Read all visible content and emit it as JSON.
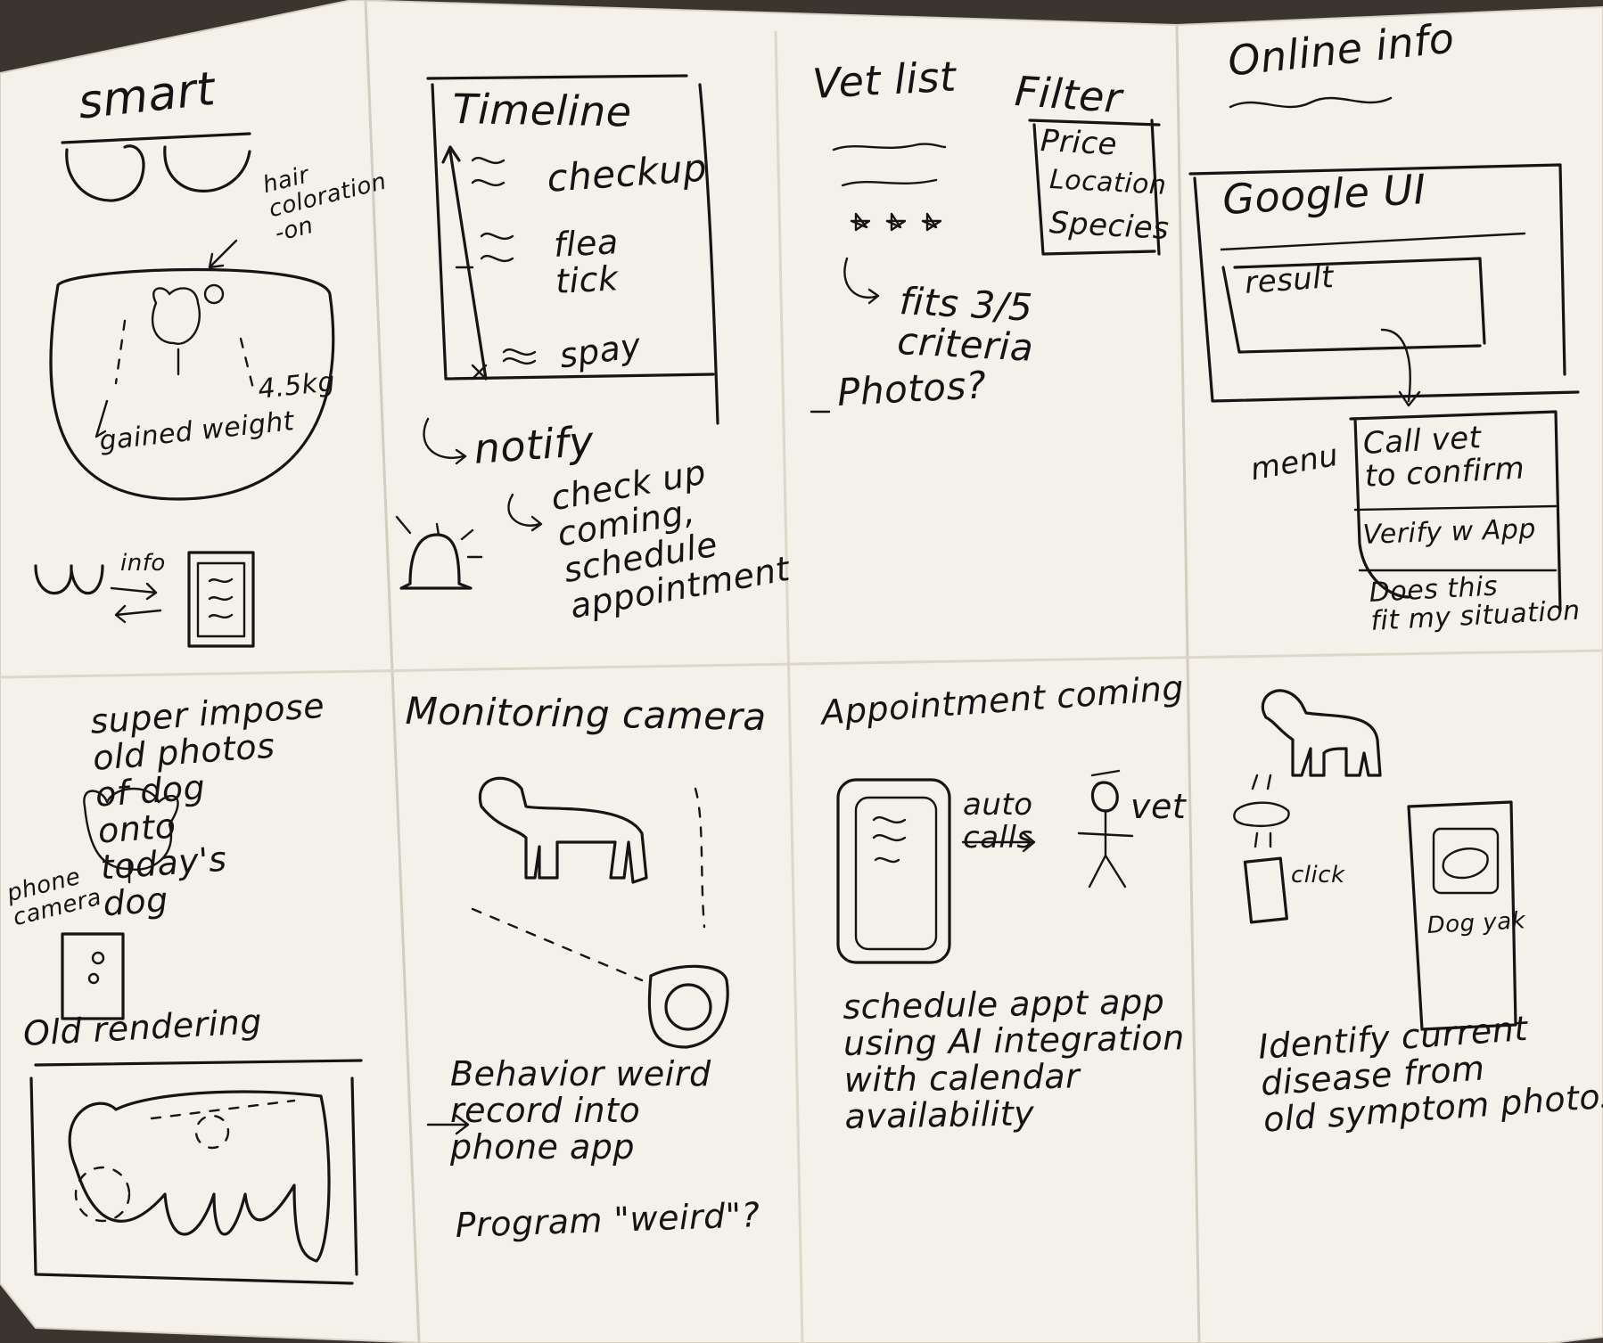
{
  "colors": {
    "paper": "#f4f1ea",
    "paper_shadow": "#e4dfd4",
    "ink": "#151515",
    "table": "#3a352f"
  },
  "panels": {
    "smart_glasses": {
      "title": "smart",
      "hair_note": "hair\ncoloration\n-on",
      "weight_value": "4.5kg",
      "weight_note": "gained weight",
      "sync_label": "info"
    },
    "timeline": {
      "title": "Timeline",
      "items": [
        "checkup",
        "flea\ntick",
        "spay"
      ],
      "notify": "notify",
      "checkup_note": "check up\ncoming,\nschedule\nappointment"
    },
    "vet_list": {
      "title": "Vet list",
      "filter_title": "Filter",
      "filter_options": [
        "Price",
        "Location",
        "Species"
      ],
      "fits_note": "fits 3/5\ncriteria",
      "photos_note": "Photos?"
    },
    "online_info": {
      "title": "Online info",
      "google_label": "Google UI",
      "result_label": "result",
      "menu_label": "menu",
      "menu_items": [
        "Call vet\nto confirm",
        "Verify w App",
        "Does this\nfit my situation"
      ]
    },
    "superimpose": {
      "note": "super impose\nold photos\nof dog\nonto\ntoday's\ndog",
      "camera_label": "phone\ncamera",
      "render_label": "Old rendering"
    },
    "monitoring": {
      "title": "Monitoring camera",
      "note": "Behavior weird\nrecord into\nphone app",
      "program_note": "Program \"weird\"?"
    },
    "appointment": {
      "title": "Appointment coming",
      "auto_calls": "auto\ncalls",
      "vet_label": "vet",
      "note": "schedule appt app\nusing AI integration\nwith calendar\navailability"
    },
    "disease": {
      "click_label": "click",
      "app_label": "Dog yak",
      "note": "Identify current\ndisease from\nold symptom photos"
    }
  }
}
